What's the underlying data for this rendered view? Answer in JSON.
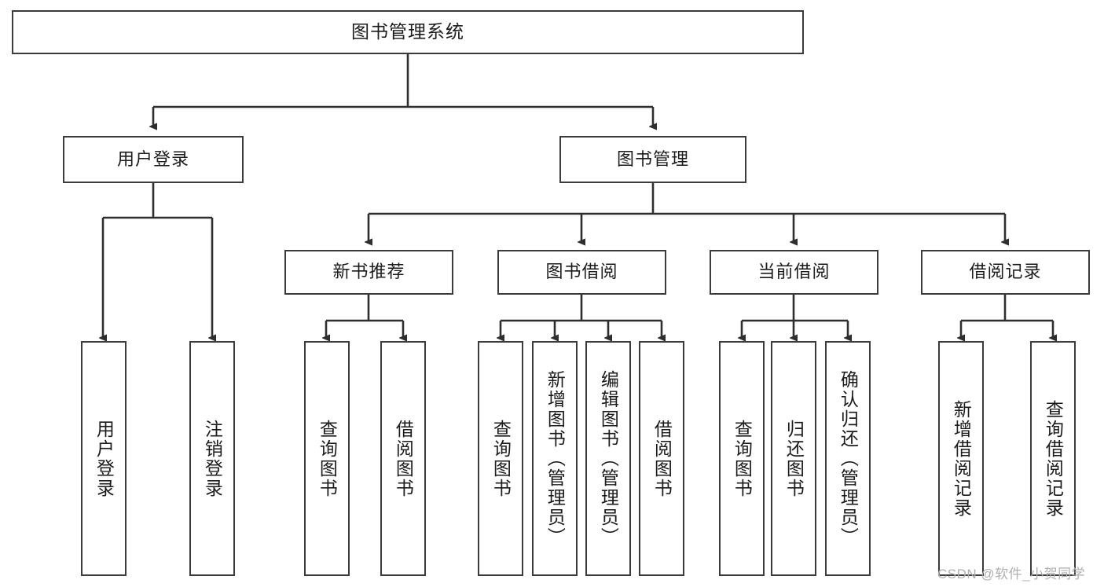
{
  "diagram": {
    "title": "图书管理系统",
    "type": "hierarchy-tree",
    "orientation": "top-down",
    "colors": {
      "stroke": "#3b3b3b",
      "fill": "#ffffff",
      "text": "#1b1b1b",
      "watermark": "#b0b0b0"
    },
    "root": {
      "label": "图书管理系统"
    },
    "level1": [
      {
        "label": "用户登录"
      },
      {
        "label": "图书管理"
      }
    ],
    "level2": [
      {
        "label": "新书推荐"
      },
      {
        "label": "图书借阅"
      },
      {
        "label": "当前借阅"
      },
      {
        "label": "借阅记录"
      }
    ],
    "leaves": {
      "user_login": [
        {
          "label": "用户登录"
        },
        {
          "label": "注销登录"
        }
      ],
      "new_book_recommend": [
        {
          "label": "查询图书"
        },
        {
          "label": "借阅图书"
        }
      ],
      "book_borrow": [
        {
          "label": "查询图书"
        },
        {
          "label": "新增图书（管理员）"
        },
        {
          "label": "编辑图书（管理员）"
        },
        {
          "label": "借阅图书"
        }
      ],
      "current_borrow": [
        {
          "label": "查询图书"
        },
        {
          "label": "归还图书"
        },
        {
          "label": "确认归还（管理员）"
        }
      ],
      "borrow_record": [
        {
          "label": "新增借阅记录"
        },
        {
          "label": "查询借阅记录"
        }
      ]
    },
    "watermark": "CSDN @软件_小贺同学"
  }
}
